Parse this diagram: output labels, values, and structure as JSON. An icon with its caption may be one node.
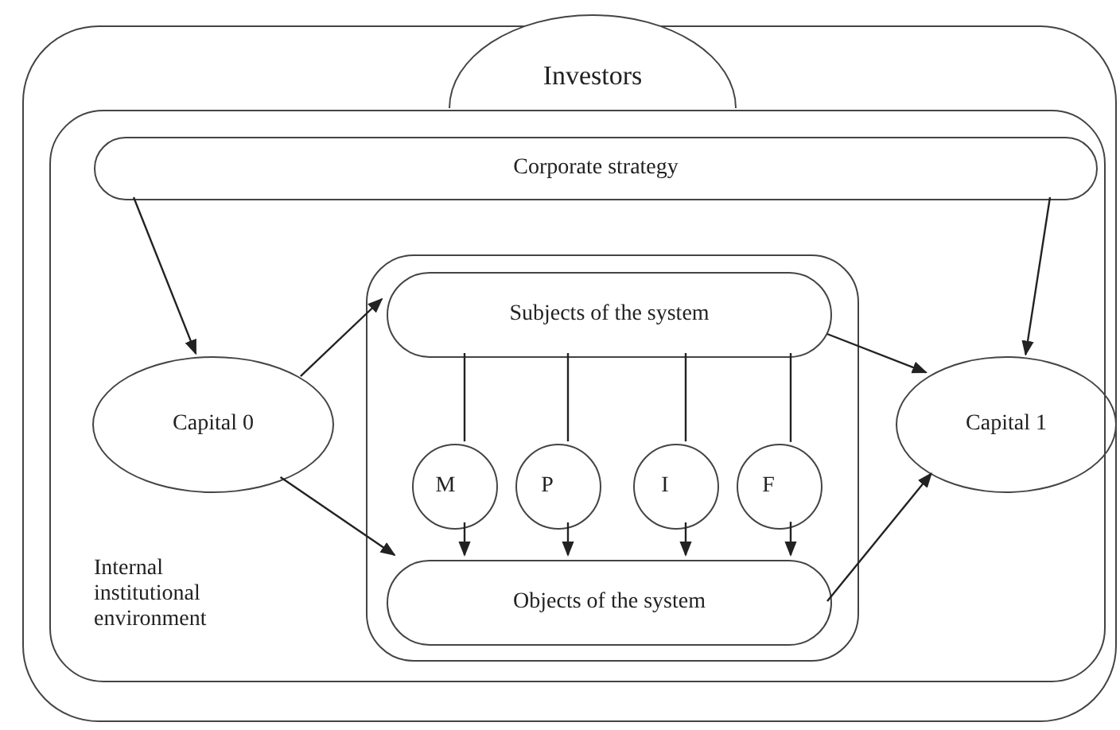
{
  "diagram": {
    "nodes": [
      {
        "text": [],
        "shape": "box"
      },
      {
        "text": [
          "Investors"
        ]
      },
      {
        "text": [
          "Internal institutional environment"
        ],
        "in": 0
      },
      {
        "text": [
          "Corporate strategy"
        ],
        "in": 2
      },
      {
        "text": [
          "Capital 0"
        ],
        "in": 2
      },
      {
        "text": [],
        "shape": "box",
        "in": 2
      },
      {
        "text": [
          "Subjects of the system"
        ],
        "in": 5
      },
      {
        "text": [
          "M"
        ],
        "in": 5
      },
      {
        "text": [
          "P"
        ],
        "in": 5
      },
      {
        "text": [
          "I"
        ],
        "in": 5
      },
      {
        "text": [
          "F"
        ],
        "in": 5
      },
      {
        "text": [
          "Objects of the system"
        ],
        "in": 5
      },
      {
        "text": [
          "Capital 1"
        ],
        "in": 2
      }
    ],
    "edges": [
      {
        "from": 3,
        "to": 4,
        "arrow": "to"
      },
      {
        "from": 3,
        "to": 12,
        "arrow": "to"
      },
      {
        "from": 4,
        "to": 6,
        "arrow": "to"
      },
      {
        "from": 4,
        "to": 11,
        "arrow": "to"
      },
      {
        "from": 6,
        "to": 12,
        "arrow": "to"
      },
      {
        "from": 11,
        "to": 12,
        "arrow": "to"
      },
      {
        "from": 6,
        "to": 7,
        "arrow": "none"
      },
      {
        "from": 7,
        "to": 11,
        "arrow": "to"
      },
      {
        "from": 6,
        "to": 8,
        "arrow": "none"
      },
      {
        "from": 8,
        "to": 11,
        "arrow": "to"
      },
      {
        "from": 6,
        "to": 9,
        "arrow": "none"
      },
      {
        "from": 9,
        "to": 11,
        "arrow": "to"
      },
      {
        "from": 6,
        "to": 10,
        "arrow": "none"
      },
      {
        "from": 10,
        "to": 11,
        "arrow": "to"
      }
    ]
  }
}
